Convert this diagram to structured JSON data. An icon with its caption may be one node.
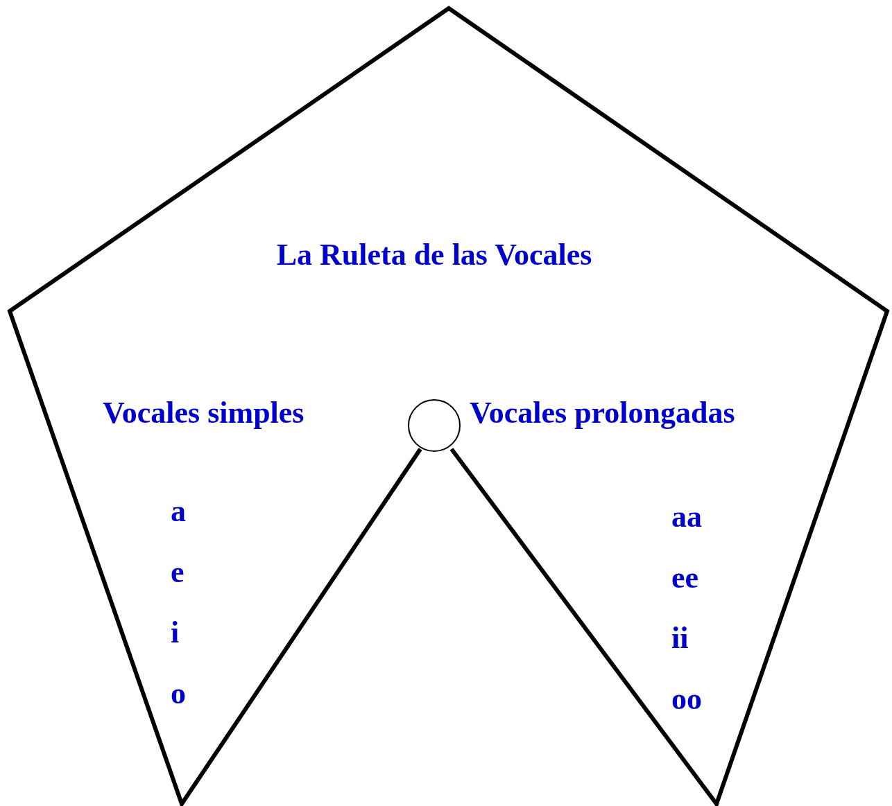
{
  "diagram": {
    "title": "La Ruleta de las Vocales",
    "nodes": [
      {
        "text": [
          "Vocales simples",
          "a",
          "e",
          "i",
          "o",
          "Vocales prolongadas",
          "aa",
          "ee",
          "ii",
          "oo"
        ]
      },
      {
        "text": [],
        "shape": "circle",
        "in": 0
      }
    ]
  }
}
